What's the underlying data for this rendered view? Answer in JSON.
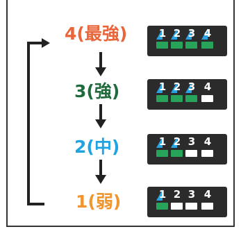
{
  "levels": [
    {
      "label": "4(最強)",
      "color": "#e8663a",
      "switches_on": 4
    },
    {
      "label": "3(強)",
      "color": "#1f6b3c",
      "switches_on": 3
    },
    {
      "label": "2(中)",
      "color": "#1ea4e0",
      "switches_on": 2
    },
    {
      "label": "1(弱)",
      "color": "#f09630",
      "switches_on": 1
    }
  ],
  "switch_digits": [
    "1",
    "2",
    "3",
    "4"
  ],
  "colors": {
    "switch_on": "#27a35a",
    "switch_off": "#ffffff",
    "panel": "#2b2b2b",
    "arrow": "#222222"
  }
}
